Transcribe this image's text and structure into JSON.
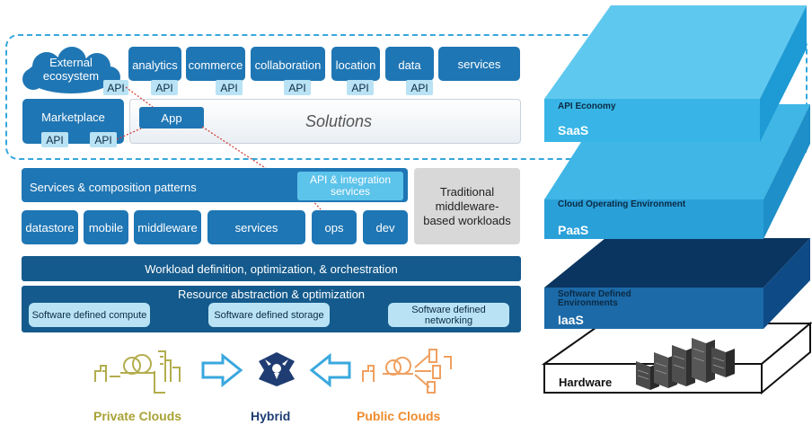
{
  "solutions": {
    "external_ecosystem": "External ecosystem",
    "api": "API",
    "analytics": "analytics",
    "commerce": "commerce",
    "collaboration": "collaboration",
    "location": "location",
    "data": "data",
    "services": "services",
    "marketplace": "Marketplace",
    "app": "App",
    "solutions_label": "Solutions"
  },
  "middle": {
    "services_composition": "Services & composition patterns",
    "api_integration": "API & integration services",
    "traditional": "Traditional middleware-based workloads",
    "datastore": "datastore",
    "mobile": "mobile",
    "middleware": "middleware",
    "services": "services",
    "ops": "ops",
    "dev": "dev"
  },
  "workload": "Workload definition, optimization, & orchestration",
  "resource": {
    "title": "Resource abstraction & optimization",
    "compute": "Software defined compute",
    "storage": "Software defined storage",
    "networking": "Software defined networking"
  },
  "clouds": {
    "private": "Private Clouds",
    "hybrid": "Hybrid",
    "public": "Public Clouds",
    "private_color": "#a9a236",
    "hybrid_color": "#1f3d73",
    "public_color": "#ef8b2c"
  },
  "stack": {
    "saas_desc": "API Economy",
    "saas": "SaaS",
    "paas_desc": "Cloud Operating Environment",
    "paas": "PaaS",
    "iaas_desc": "Software Defined Environments",
    "iaas": "IaaS",
    "hardware": "Hardware"
  }
}
